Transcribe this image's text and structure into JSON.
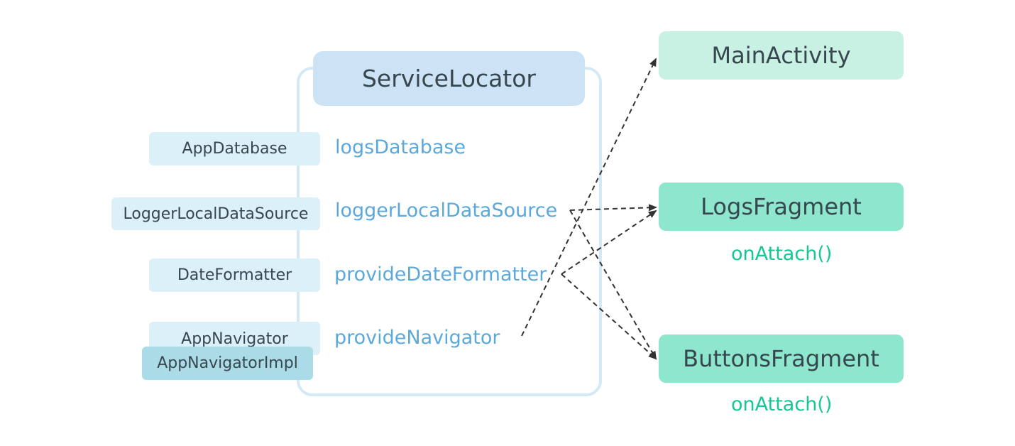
{
  "diagram": {
    "service_locator": {
      "title": "ServiceLocator",
      "properties": [
        "logsDatabase",
        "loggerLocalDataSource",
        "provideDateFormatter",
        "provideNavigator"
      ]
    },
    "dependencies": [
      "AppDatabase",
      "LoggerLocalDataSource",
      "DateFormatter",
      "AppNavigator"
    ],
    "implementation": "AppNavigatorImpl",
    "consumers": [
      {
        "name": "MainActivity",
        "callback": ""
      },
      {
        "name": "LogsFragment",
        "callback": "onAttach()"
      },
      {
        "name": "ButtonsFragment",
        "callback": "onAttach()"
      }
    ],
    "colors": {
      "locator_border": "#d4e9f6",
      "locator_header": "#cce3f5",
      "dependency_box": "#dcf0f7",
      "implementation_box": "#acdbe8",
      "property_text": "#5ba9dc",
      "main_activity_box": "#c8f1e3",
      "fragment_box": "#8ee6cc",
      "callback_text": "#16c796",
      "arrow": "#333333"
    }
  }
}
